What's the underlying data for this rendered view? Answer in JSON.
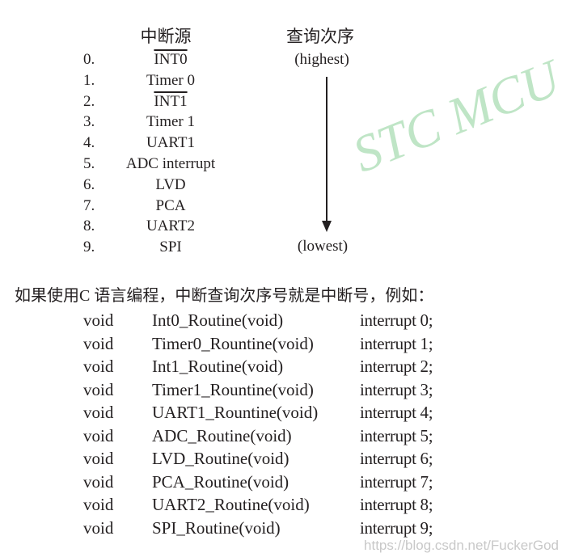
{
  "priority_table": {
    "col_source_header": "中断源",
    "col_order_header": "查询次序",
    "highest_label": "(highest)",
    "lowest_label": "(lowest)",
    "rows": [
      {
        "num": "0.",
        "source": "INT0",
        "overline": true
      },
      {
        "num": "1.",
        "source": "Timer 0",
        "overline": false
      },
      {
        "num": "2.",
        "source": "INT1",
        "overline": true
      },
      {
        "num": "3.",
        "source": "Timer 1",
        "overline": false
      },
      {
        "num": "4.",
        "source": "UART1",
        "overline": false
      },
      {
        "num": "5.",
        "source": "ADC interrupt",
        "overline": false
      },
      {
        "num": "6.",
        "source": "LVD",
        "overline": false
      },
      {
        "num": "7.",
        "source": "PCA",
        "overline": false
      },
      {
        "num": "8.",
        "source": "UART2",
        "overline": false
      },
      {
        "num": "9.",
        "source": "SPI",
        "overline": false
      }
    ]
  },
  "sentence": "如果使用C 语言编程，中断查询次序号就是中断号，例如：",
  "code": [
    {
      "type": "void",
      "func": "Int0_Routine(void)",
      "intr": "interrupt 0;"
    },
    {
      "type": "void",
      "func": "Timer0_Rountine(void)",
      "intr": "interrupt 1;"
    },
    {
      "type": "void",
      "func": "Int1_Routine(void)",
      "intr": "interrupt 2;"
    },
    {
      "type": "void",
      "func": "Timer1_Rountine(void)",
      "intr": "interrupt 3;"
    },
    {
      "type": "void",
      "func": "UART1_Rountine(void)",
      "intr": "interrupt 4;"
    },
    {
      "type": "void",
      "func": "ADC_Routine(void)",
      "intr": "interrupt 5;"
    },
    {
      "type": "void",
      "func": "LVD_Routine(void)",
      "intr": "interrupt 6;"
    },
    {
      "type": "void",
      "func": "PCA_Routine(void)",
      "intr": "interrupt 7;"
    },
    {
      "type": "void",
      "func": "UART2_Routine(void)",
      "intr": "interrupt 8;"
    },
    {
      "type": "void",
      "func": "SPI_Routine(void)",
      "intr": "interrupt 9;"
    }
  ],
  "watermarks": {
    "stc": "STC  MCU  Lin",
    "csdn": "https://blog.csdn.net/FuckerGod"
  },
  "colors": {
    "text": "#231f20",
    "watermark_green": "#bfe5c6"
  }
}
